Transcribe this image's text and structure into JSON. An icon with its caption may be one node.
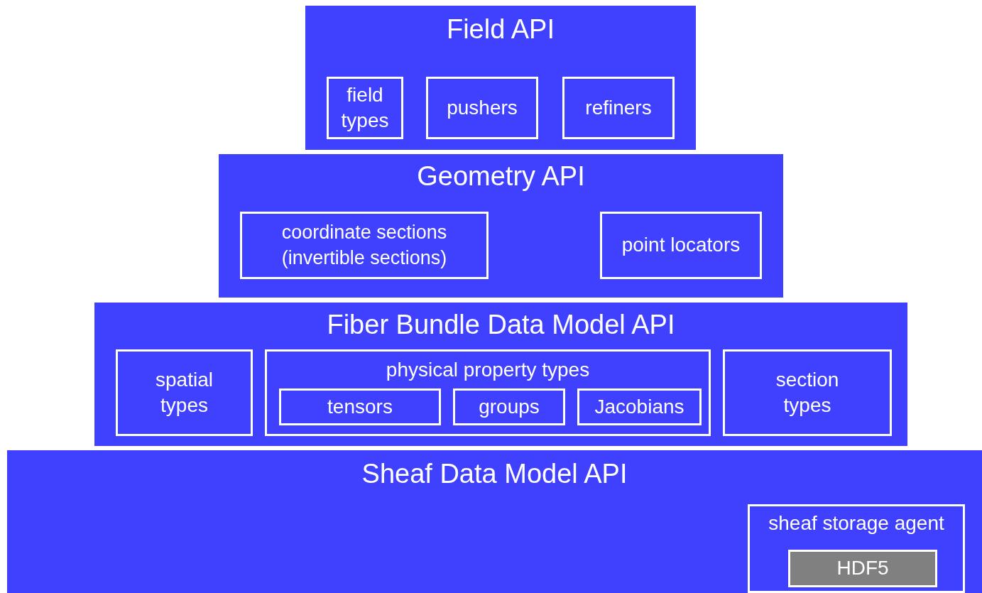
{
  "diagram": {
    "nodes": [
      {
        "text": [
          "Field API"
        ]
      },
      {
        "text": [
          "field types"
        ],
        "in": 0
      },
      {
        "text": [
          "pushers"
        ],
        "in": 0
      },
      {
        "text": [
          "refiners"
        ],
        "in": 0
      },
      {
        "text": [
          "Geometry API"
        ]
      },
      {
        "text": [
          "coordinate sections (invertible sections)"
        ],
        "in": 4
      },
      {
        "text": [
          "point locators"
        ],
        "in": 4
      },
      {
        "text": [
          "Fiber Bundle Data Model API"
        ]
      },
      {
        "text": [
          "spatial types"
        ],
        "in": 7
      },
      {
        "text": [
          "physical property types"
        ],
        "in": 7
      },
      {
        "text": [
          "tensors"
        ],
        "in": 9
      },
      {
        "text": [
          "groups"
        ],
        "in": 9
      },
      {
        "text": [
          "Jacobians"
        ],
        "in": 9
      },
      {
        "text": [
          "section types"
        ],
        "in": 7
      },
      {
        "text": [
          "Sheaf Data Model API"
        ]
      },
      {
        "text": [
          "sheaf storage agent"
        ],
        "in": 14
      },
      {
        "text": [
          "HDF5"
        ],
        "in": 15
      }
    ]
  }
}
